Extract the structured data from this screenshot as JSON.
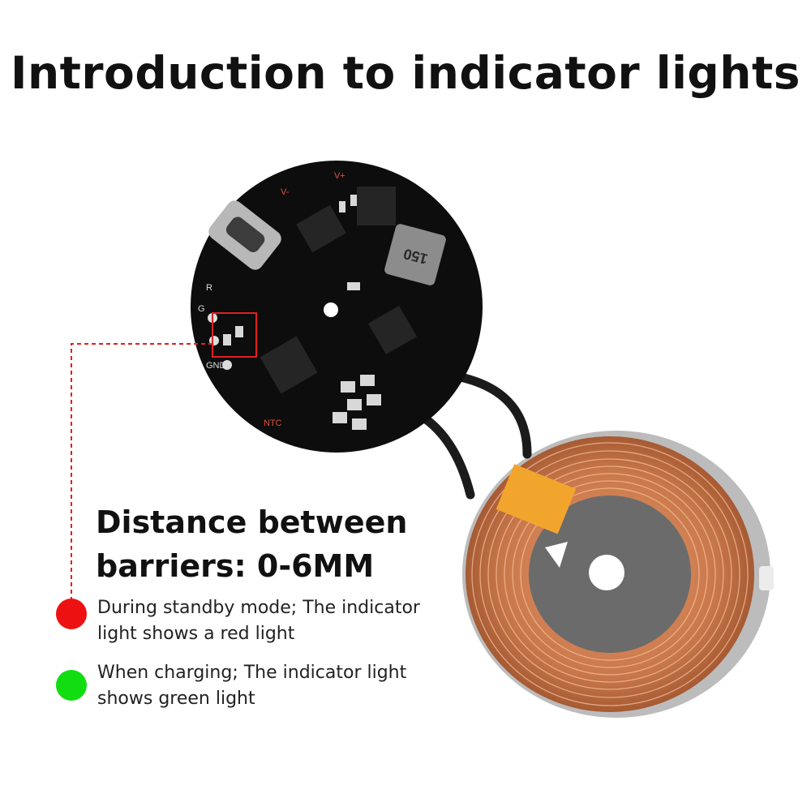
{
  "title": "Introduction to indicator lights",
  "heading_line1": "Distance between",
  "heading_line2": "barriers: 0-6MM",
  "legend": [
    {
      "line1": "During standby mode; The indicator",
      "line2": "light shows a red light",
      "color": "#ee1111"
    },
    {
      "line1": "When charging; The indicator light",
      "line2": "shows green light",
      "color": "#11dd11"
    }
  ],
  "board_labels": {
    "v_minus": "V-",
    "v_plus": "V+",
    "r": "R",
    "g": "G",
    "gnd": "GND",
    "ntc": "NTC",
    "inductor": "150"
  },
  "colors": {
    "highlight": "#e02020",
    "board": "#0d0d0d",
    "coil": "#c8774a"
  }
}
